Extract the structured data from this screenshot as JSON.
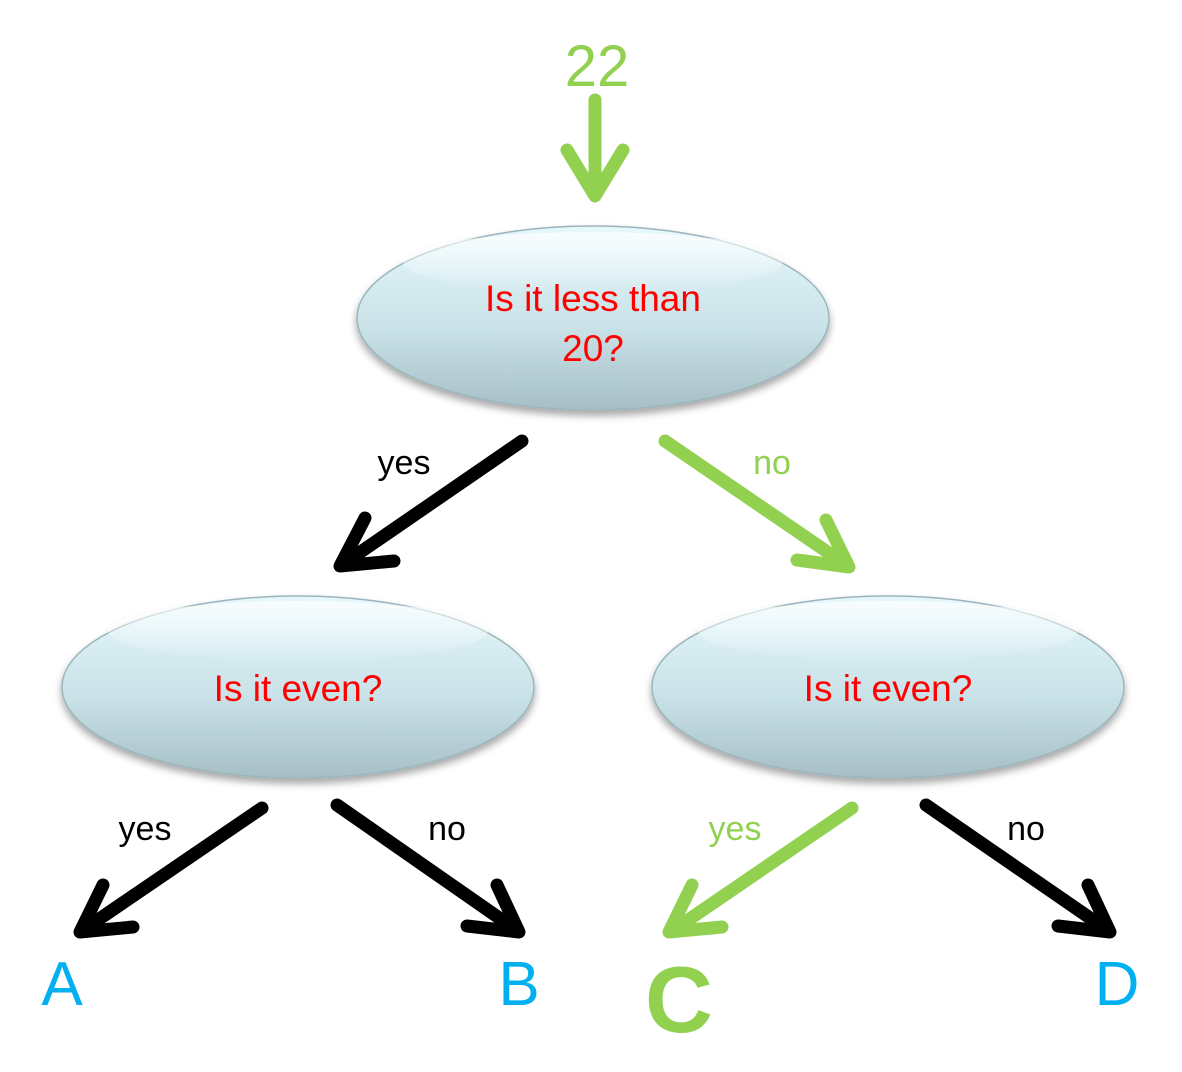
{
  "colors": {
    "highlight": "#92d050",
    "default": "#000000",
    "question_text": "#ff0000",
    "leaf_text": "#00b0f0",
    "node_fill_top": "#e4f7fb",
    "node_fill_bottom": "#a8c0c7"
  },
  "input": {
    "value": "22"
  },
  "nodes": {
    "root": {
      "line1": "Is it less than",
      "line2": "20?"
    },
    "left": {
      "text": "Is it even?"
    },
    "right": {
      "text": "Is it even?"
    }
  },
  "edges": {
    "root_yes": "yes",
    "root_no": "no",
    "left_yes": "yes",
    "left_no": "no",
    "right_yes": "yes",
    "right_no": "no"
  },
  "leaves": {
    "a": "A",
    "b": "B",
    "c": "C",
    "d": "D"
  }
}
